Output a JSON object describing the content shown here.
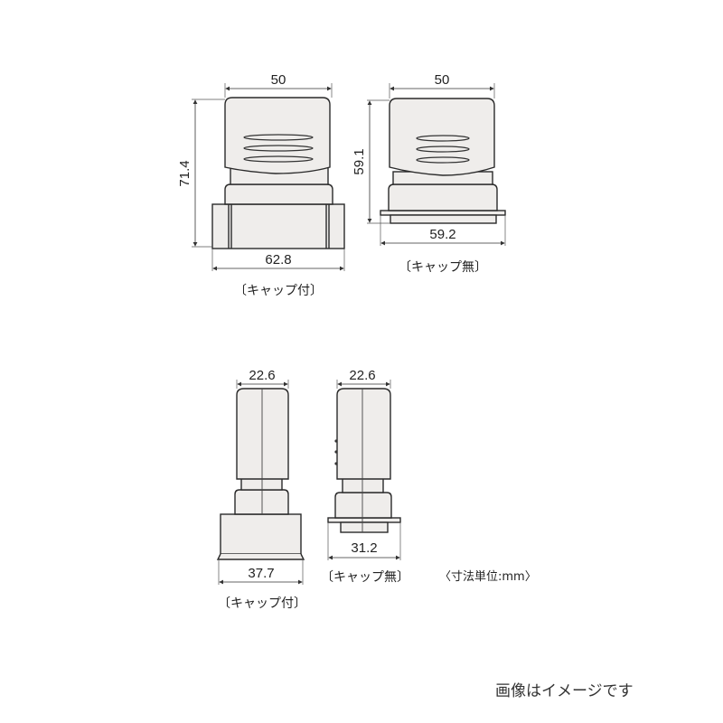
{
  "drawings": {
    "front_with_cap": {
      "width_top": "50",
      "height": "71.4",
      "width_bottom": "62.8",
      "label": "〔キャップ付〕"
    },
    "front_without_cap": {
      "width_top": "50",
      "height": "59.1",
      "width_bottom": "59.2",
      "label": "〔キャップ無〕"
    },
    "side_with_cap": {
      "width_top": "22.6",
      "width_bottom": "37.7",
      "label": "〔キャップ付〕"
    },
    "side_without_cap": {
      "width_top": "22.6",
      "width_bottom": "31.2",
      "label": "〔キャップ無〕"
    }
  },
  "unit_note": "〈寸法単位:mm〉",
  "caption": "画像はイメージです"
}
